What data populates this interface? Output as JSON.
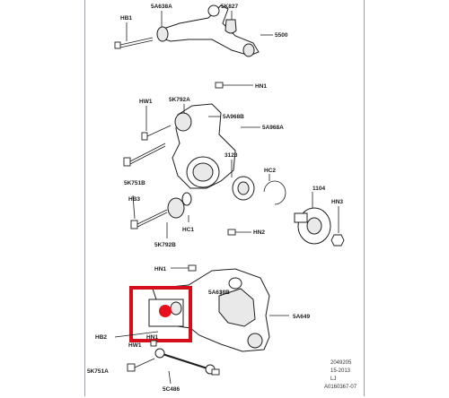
{
  "colors": {
    "highlight": "#d40f1b",
    "line": "#1e1e1e",
    "frame_border": "#9aa0a6",
    "marker": "#e8101f"
  },
  "labels": {
    "hb1_top": "HB1",
    "sk638a_top": "5A638A",
    "sk827": "5K827",
    "p5500": "5500",
    "hn1_a": "HN1",
    "hw1_a": "HW1",
    "sk792a": "5K792A",
    "sa968b": "5A968B",
    "sa968a": "5A968A",
    "p3123": "3123",
    "hc2": "HC2",
    "sk751b": "5K751B",
    "hb3": "HB3",
    "p1104": "1104",
    "hn3": "HN3",
    "hc1": "HC1",
    "sk792b": "5K792B",
    "hn2": "HN2",
    "hn1_b": "HN1",
    "sa638b": "5A638B",
    "sa649": "5A649",
    "hb2": "HB2",
    "hn1_c": "HN1",
    "hw1_b": "HW1",
    "sk751a": "5K751A",
    "sc486": "5C486"
  },
  "stamp": {
    "line1": "2049205",
    "line2": "15-2013",
    "line3": "LJ",
    "line4": "A0160367-07"
  },
  "highlight_box": {
    "marker_icon": "red-dot-marker-icon"
  }
}
